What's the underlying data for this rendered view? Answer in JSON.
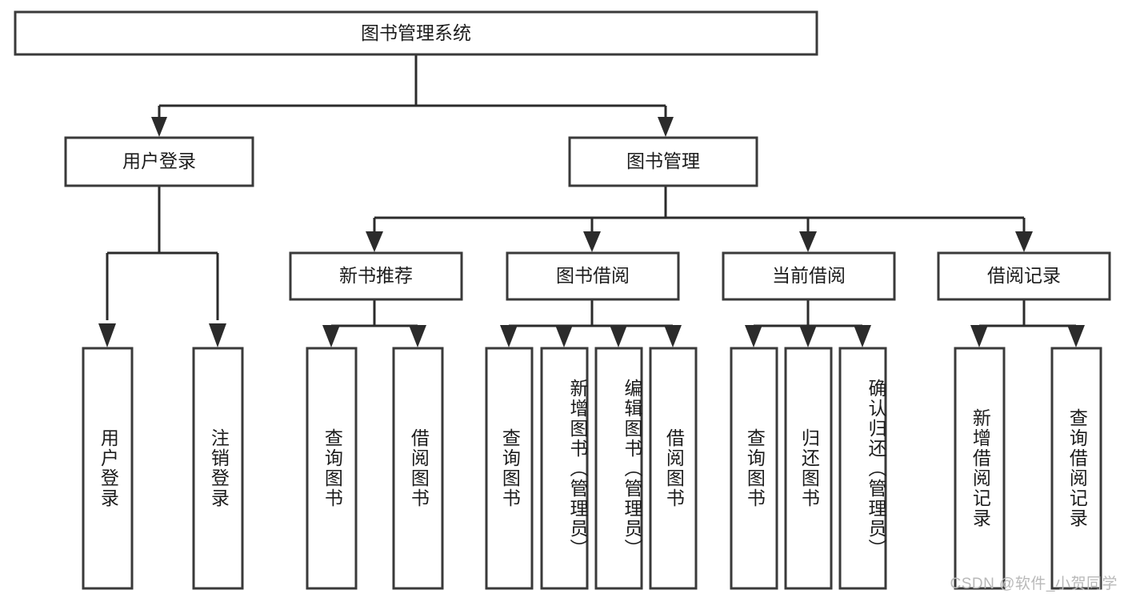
{
  "diagram": {
    "type": "tree",
    "title": "图书管理系统",
    "watermark": "CSDN @软件_小贺同学",
    "colors": {
      "box_stroke": "#3a3a3a",
      "connector": "#2b2b2b",
      "background": "#ffffff",
      "text": "#1c1c1c",
      "watermark": "#b9b9b9"
    },
    "root": {
      "label": "图书管理系统"
    },
    "level2": [
      {
        "label": "用户登录"
      },
      {
        "label": "图书管理"
      }
    ],
    "level3": [
      {
        "label": "新书推荐"
      },
      {
        "label": "图书借阅"
      },
      {
        "label": "当前借阅"
      },
      {
        "label": "借阅记录"
      }
    ],
    "leaves": {
      "user_login": [
        {
          "label": "用户登录"
        },
        {
          "label": "注销登录"
        }
      ],
      "new_book_recommend": [
        {
          "label": "查询图书"
        },
        {
          "label": "借阅图书"
        }
      ],
      "book_borrow": [
        {
          "label": "查询图书"
        },
        {
          "label": "新增图书（管理员）"
        },
        {
          "label": "编辑图书（管理员）"
        },
        {
          "label": "借阅图书"
        }
      ],
      "current_borrow": [
        {
          "label": "查询图书"
        },
        {
          "label": "归还图书"
        },
        {
          "label": "确认归还（管理员）"
        }
      ],
      "borrow_records": [
        {
          "label": "新增借阅记录"
        },
        {
          "label": "查询借阅记录"
        }
      ]
    }
  }
}
